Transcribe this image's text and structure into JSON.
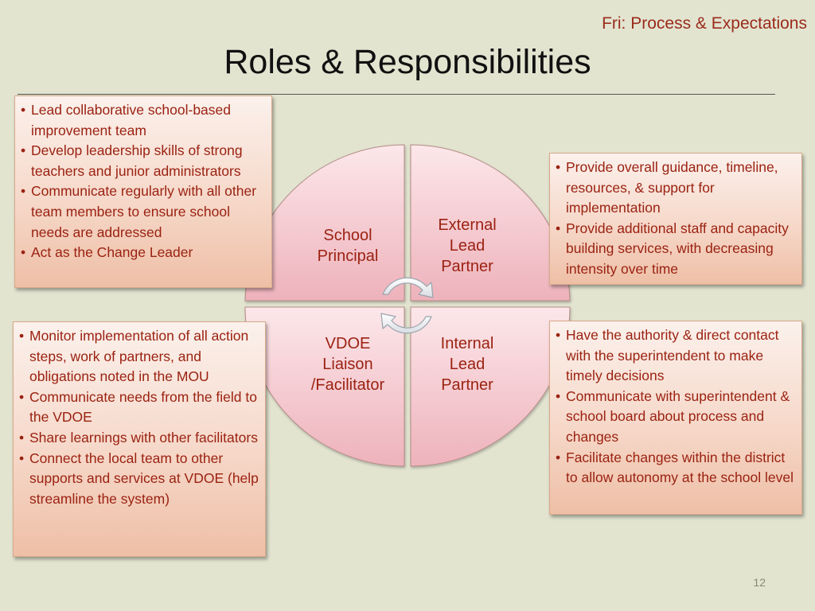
{
  "header": {
    "section_label": "Fri: Process & Expectations",
    "title": "Roles & Responsibilities"
  },
  "diagram": {
    "quadrants": [
      {
        "id": "principal",
        "label": "School\nPrincipal"
      },
      {
        "id": "external",
        "label": "External\nLead\nPartner"
      },
      {
        "id": "vdoe",
        "label": "VDOE\nLiaison\n/Facilitator"
      },
      {
        "id": "internal",
        "label": "Internal\nLead\nPartner"
      }
    ],
    "cycle_arrows": "circular-arrows-icon",
    "colors": {
      "quadrant_fill": "#f0b8c0",
      "box_text": "#9b2212",
      "accent_title": "#9b2b1b"
    }
  },
  "boxes": {
    "principal": [
      "Lead collaborative school-based improvement team",
      "Develop leadership skills of strong teachers and junior administrators",
      "Communicate regularly with all other team members to ensure school needs are addressed",
      "Act as the Change Leader"
    ],
    "external": [
      "Provide overall guidance, timeline, resources, & support for implementation",
      "Provide additional staff and capacity building services, with decreasing intensity over time"
    ],
    "vdoe": [
      "Monitor implementation of all action steps, work of partners, and obligations noted in the MOU",
      "Communicate needs from the field to the VDOE",
      "Share learnings with other facilitators",
      "Connect the local team to other supports and services at VDOE (help streamline the system)"
    ],
    "internal": [
      "Have the authority & direct contact with the superintendent to make timely decisions",
      "Communicate with superintendent & school board about process and changes",
      "Facilitate changes within the district to allow autonomy at the school level"
    ]
  },
  "footer": {
    "page_number": "12"
  }
}
